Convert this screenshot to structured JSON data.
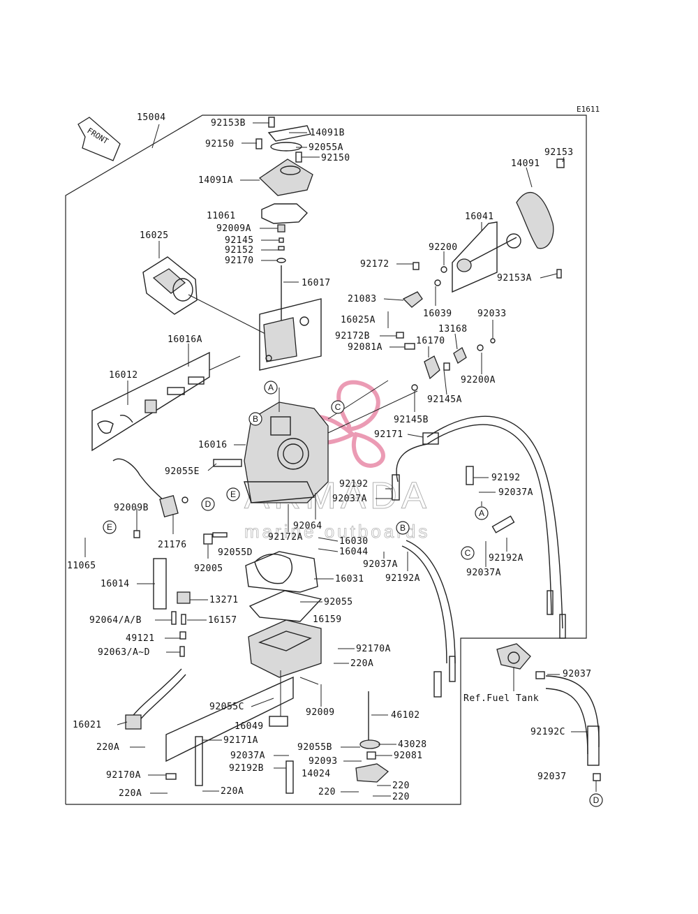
{
  "diagram_code": "E1611",
  "direction_label": "FRONT",
  "watermark": {
    "brand": "ARMADA",
    "tagline": "marine outboards",
    "logo_color": "#e88aa8"
  },
  "callouts": [
    "A",
    "B",
    "C",
    "D",
    "E"
  ],
  "parts": {
    "p15004": "15004",
    "p92153B": "92153B",
    "p14091B": "14091B",
    "p92150a": "92150",
    "p92055A": "92055A",
    "p92150b": "92150",
    "p14091A": "14091A",
    "p11061": "11061",
    "p92009A": "92009A",
    "p92145": "92145",
    "p92152": "92152",
    "p92170": "92170",
    "p16025": "16025",
    "p16017": "16017",
    "p16016A": "16016A",
    "p16012": "16012",
    "p16016": "16016",
    "p92055E": "92055E",
    "p92009B": "92009B",
    "p21176": "21176",
    "p11065": "11065",
    "p92005": "92005",
    "p92055D": "92055D",
    "p92172A": "92172A",
    "p92064": "92064",
    "p16030": "16030",
    "p16044": "16044",
    "p16031": "16031",
    "p16014": "16014",
    "p13271": "13271",
    "p92055": "92055",
    "p16159": "16159",
    "p92064AB": "92064/A/B",
    "p16157": "16157",
    "p49121": "49121",
    "p92063": "92063/A~D",
    "p92170A": "92170A",
    "p220A_a": "220A",
    "p92055C": "92055C",
    "p92009": "92009",
    "p16049": "16049",
    "p16021": "16021",
    "p220A_b": "220A",
    "p92171A": "92171A",
    "p92037A_b": "92037A",
    "p92192B": "92192B",
    "p92170A_b": "92170A",
    "p220A_c": "220A",
    "p220A_d": "220A",
    "p46102": "46102",
    "p92055B": "92055B",
    "p43028": "43028",
    "p92093": "92093",
    "p92081": "92081",
    "p14024": "14024",
    "p220_a": "220",
    "p220_b": "220",
    "p220_c": "220",
    "p92153": "92153",
    "p14091": "14091",
    "p16041": "16041",
    "p92200": "92200",
    "p92172": "92172",
    "p92153A": "92153A",
    "p21083": "21083",
    "p16039": "16039",
    "p16025A": "16025A",
    "p92033": "92033",
    "p13168": "13168",
    "p92172B": "92172B",
    "p16170": "16170",
    "p92081A": "92081A",
    "p92200A": "92200A",
    "p92145A": "92145A",
    "p92145B": "92145B",
    "p92171": "92171",
    "p92192": "92192",
    "p92037A_c": "92037A",
    "p92192_top": "92192",
    "p92037A_top": "92037A",
    "p92037A_d": "92037A",
    "p92192A": "92192A",
    "p92192A_r": "92192A",
    "p92037A_r": "92037A",
    "p92037": "92037",
    "p92192C": "92192C",
    "p92037_b": "92037",
    "ref_fuel_tank": "Ref.Fuel Tank"
  }
}
